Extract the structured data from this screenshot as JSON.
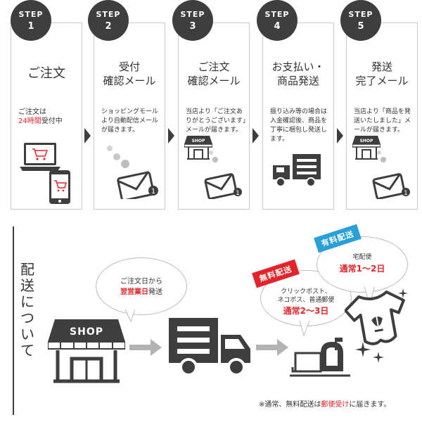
{
  "steps": [
    {
      "label": "STEP",
      "num": "1",
      "title_lines": [
        "ご注文"
      ],
      "desc_pre": "ご注文は",
      "desc_red": "24時間",
      "desc_post": "受付中"
    },
    {
      "label": "STEP",
      "num": "2",
      "title_lines": [
        "受付",
        "確認メール"
      ],
      "desc": "ショッピングモールより自動配信メールが届きます。"
    },
    {
      "label": "STEP",
      "num": "3",
      "title_lines": [
        "ご注文",
        "確認メール"
      ],
      "desc": "当店より「ご注文ありがとうございます」メールが届きます。"
    },
    {
      "label": "STEP",
      "num": "4",
      "title_lines": [
        "お支払い・",
        "商品発送"
      ],
      "desc": "振り込み等の場合は入金確認後、商品を丁寧に梱包し発送します。"
    },
    {
      "label": "STEP",
      "num": "5",
      "title_lines": [
        "発送",
        "完了メール"
      ],
      "desc": "当店より「商品を発送いたしました」メールが届きます。"
    }
  ],
  "icons": {
    "shop_small": "SHOP",
    "shop_big": "SHOP",
    "mail_badge": "1"
  },
  "delivery": {
    "vertical_title": [
      "配",
      "送",
      "に",
      "つ",
      "い",
      "て"
    ],
    "bubble_order": {
      "line1": "ご注文日から",
      "red": "翌営業日",
      "post": "発送"
    },
    "free": {
      "badge": "無料配送",
      "desc_line1": "クリックポスト、",
      "desc_line2": "ネコポス、普通郵便",
      "red": "通常2〜3日"
    },
    "paid": {
      "badge": "有料配送",
      "desc": "宅配便",
      "red": "通常1〜2日"
    },
    "note": {
      "pre": "※通常、無料配送は",
      "red": "郵便受け",
      "post": "に届きます。"
    }
  },
  "colors": {
    "dark": "#3e3e3e",
    "red": "#e3242b",
    "blue": "#2aa0d8",
    "gray": "#b3b3b3"
  }
}
